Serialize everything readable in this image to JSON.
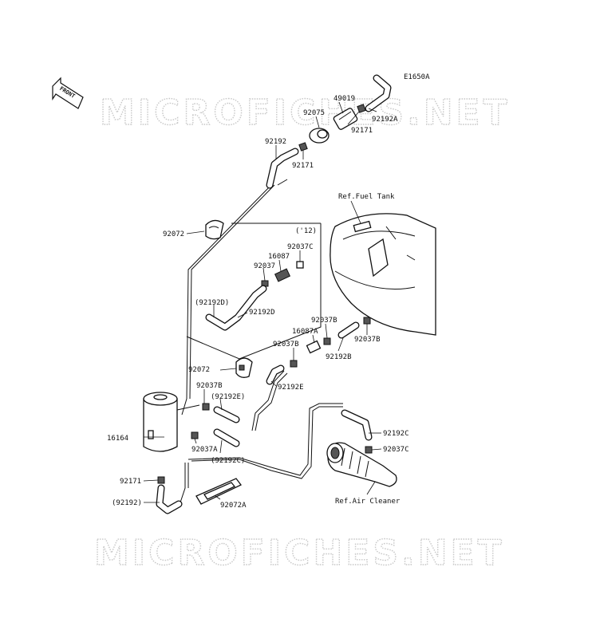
{
  "diagram_code": "E1650A",
  "front_label": "FRONT",
  "watermark": "MICROFICHES.NET",
  "refs": {
    "fuel_tank": "Ref.Fuel Tank",
    "air_cleaner": "Ref.Air Cleaner"
  },
  "labels": {
    "p49019": "49019",
    "p92075": "92075",
    "p92192A": "92192A",
    "p92171_top": "92171",
    "p92192_top": "92192",
    "p92171_mid": "92171",
    "p92072_top": "92072",
    "year12": "('12)",
    "p92037C_box": "92037C",
    "p16087": "16087",
    "p92037_box": "92037",
    "p92192D_paren": "(92192D)",
    "p92192D": "92192D",
    "p92037B_a": "92037B",
    "p16087A": "16087A",
    "p92037B_b": "92037B",
    "p92192B": "92192B",
    "p92037B_c": "92037B",
    "p92072_mid": "92072",
    "p92192E": "92192E",
    "p92037B_d": "92037B",
    "p92192E_paren": "(92192E)",
    "p16164": "16164",
    "p92037A": "92037A",
    "p92192C_paren": "(92192C)",
    "p92192C": "92192C",
    "p92037C": "92037C",
    "p92171_bot": "92171",
    "p92192_paren": "(92192)",
    "p92072A": "92072A"
  }
}
